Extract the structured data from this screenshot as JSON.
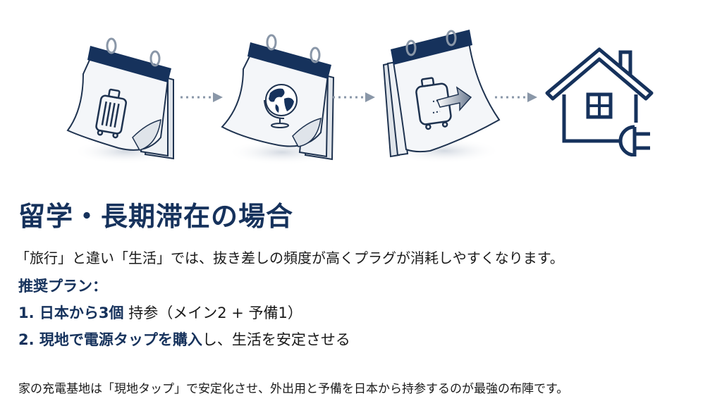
{
  "colors": {
    "navy": "#16325c",
    "text": "#1a1a1a",
    "arrow": "#8a97a8",
    "paper": "#f2f4f7"
  },
  "flow": {
    "steps": [
      {
        "icon": "calendar-suitcase-icon",
        "meaning": "travel"
      },
      {
        "icon": "calendar-globe-icon",
        "meaning": "abroad"
      },
      {
        "icon": "calendar-suitcase-arrow-icon",
        "meaning": "moving"
      },
      {
        "icon": "house-plug-icon",
        "meaning": "home-charging-base"
      }
    ]
  },
  "title": "留学・長期滞在の場合",
  "intro": "「旅行」と違い「生活」では、抜き差しの頻度が高くプラグが消耗しやすくなります。",
  "plan": {
    "heading": "推奨プラン：",
    "items": [
      {
        "bold": "1. 日本から3個",
        "rest": " 持参（メイン2 + 予備1）"
      },
      {
        "bold": "2. 現地で電源タップを購入",
        "rest": "し、生活を安定させる"
      }
    ]
  },
  "footer": "家の充電基地は「現地タップ」で安定化させ、外出用と予備を日本から持参するのが最強の布陣です。"
}
